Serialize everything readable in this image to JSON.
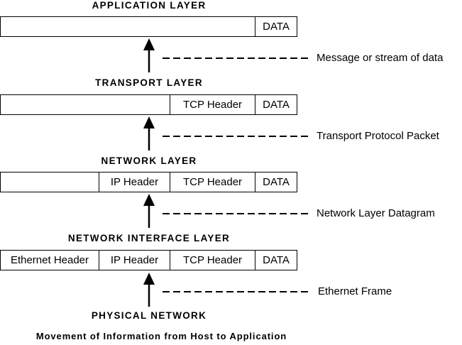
{
  "layers": [
    {
      "title": "APPLICATION LAYER",
      "segments": [
        "DATA"
      ]
    },
    {
      "title": "TRANSPORT LAYER",
      "segments": [
        "TCP Header",
        "DATA"
      ]
    },
    {
      "title": "NETWORK LAYER",
      "segments": [
        "IP Header",
        "TCP Header",
        "DATA"
      ]
    },
    {
      "title": "NETWORK INTERFACE LAYER",
      "segments": [
        "Ethernet Header",
        "IP Header",
        "TCP Header",
        "DATA"
      ]
    }
  ],
  "annotations": [
    "Message or stream of data",
    "Transport Protocol Packet",
    "Network Layer Datagram",
    "Ethernet Frame"
  ],
  "physical_network": "PHYSICAL NETWORK",
  "caption": "Movement of Information from Host to Application"
}
